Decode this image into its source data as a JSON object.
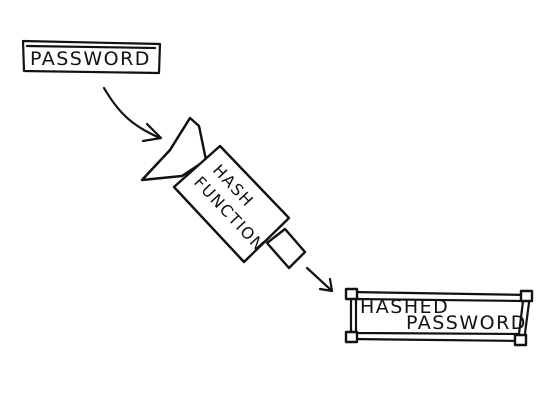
{
  "input_box": {
    "label": "PASSWORD"
  },
  "hash_function": {
    "line1": "HASH",
    "line2": "FUNCTION"
  },
  "output_box": {
    "line1": "HASHED",
    "line2": "PASSWORD"
  },
  "colors": {
    "ink": "#111111",
    "paper": "#ffffff"
  }
}
